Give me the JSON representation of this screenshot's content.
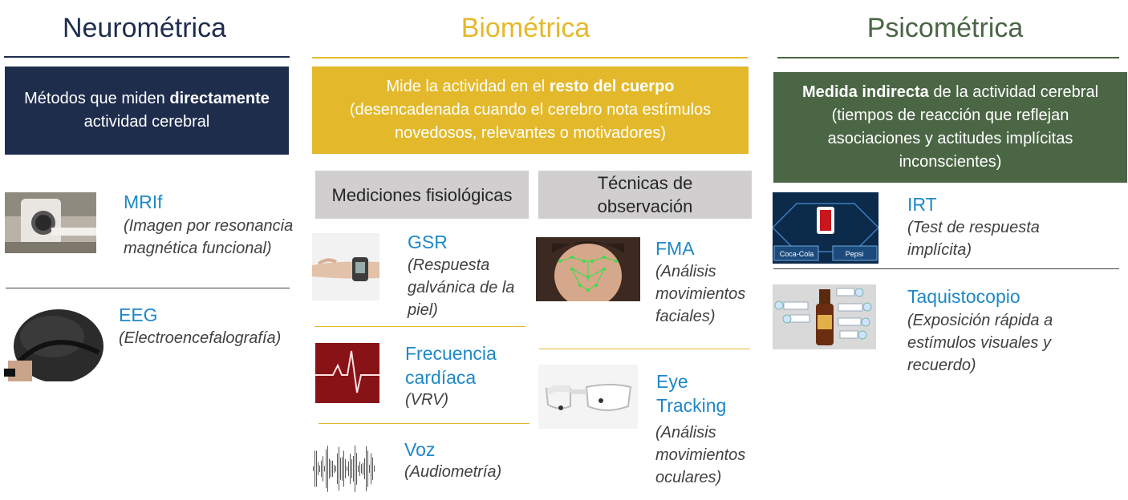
{
  "columns": {
    "neuro": {
      "title": "Neurométrica",
      "box_pre": "Métodos que miden ",
      "box_bold": "directamente",
      "box_post": "actividad cerebral",
      "items": [
        {
          "title": "MRIf",
          "desc": "(Imagen por resonancia magnética funcional)"
        },
        {
          "title": "EEG",
          "desc": "(Electroencefalografía)"
        }
      ]
    },
    "bio": {
      "title": "Biométrica",
      "box_pre": "Mide la actividad en el ",
      "box_bold": "resto del cuerpo",
      "box_post": "(desencadenada cuando el cerebro nota estímulos novedosos, relevantes o motivadores)",
      "sub_left": "Mediciones fisiológicas",
      "sub_right": "Técnicas de observación",
      "left_items": [
        {
          "title": "GSR",
          "desc": "(Respuesta galvánica de la piel)"
        },
        {
          "title": "Frecuencia cardíaca",
          "desc": "(VRV)"
        },
        {
          "title": "Voz",
          "desc": "(Audiometría)"
        }
      ],
      "right_items": [
        {
          "title": "FMA",
          "desc": "(Análisis movimientos faciales)"
        },
        {
          "title": "Eye Tracking",
          "desc": "(Análisis movimientos oculares)"
        }
      ]
    },
    "psico": {
      "title": "Psicométrica",
      "box_bold": "Medida indirecta",
      "box_post": " de la actividad cerebral (tiempos de reacción que reflejan asociaciones y actitudes implícitas inconscientes)",
      "items": [
        {
          "title": "IRT",
          "desc": "(Test de respuesta implícita)"
        },
        {
          "title": "Taquistocopio",
          "desc": "(Exposición rápida a estímulos visuales  y recuerdo)"
        }
      ],
      "irt_left": "Coca-Cola",
      "irt_right": "Pepsi"
    }
  },
  "colors": {
    "navy": "#1f2d4d",
    "gold": "#e3b92b",
    "green": "#4b6645",
    "blue_text": "#1e88c7"
  },
  "icons": [
    "mri-scanner-image",
    "eeg-headset-image",
    "wrist-sensor-image",
    "heartbeat-image",
    "voice-waveform-image",
    "face-tracking-image",
    "eye-tracking-glasses-image",
    "irt-test-image",
    "tachistoscope-image"
  ]
}
